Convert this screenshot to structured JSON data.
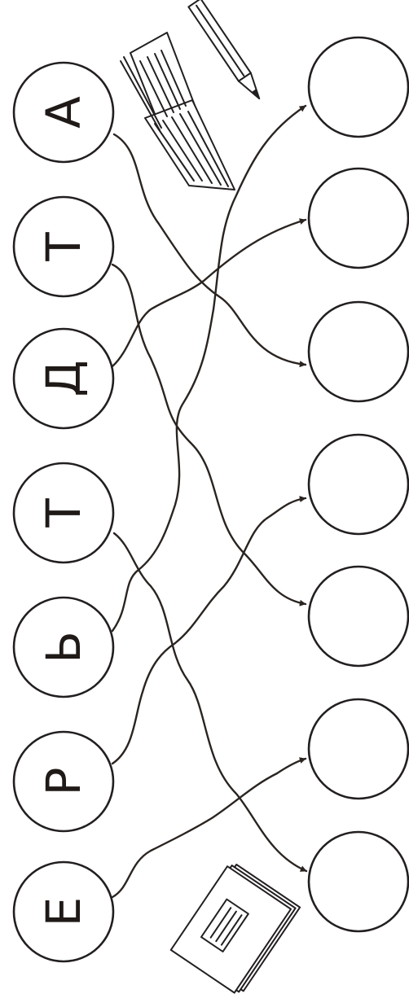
{
  "letters": [
    "А",
    "Т",
    "Д",
    "Т",
    "Ь",
    "Р",
    "Е"
  ],
  "answer_circles": [
    "",
    "",
    "",
    "",
    "",
    "",
    ""
  ],
  "icons": [
    "pencil-icon",
    "open-book-icon",
    "notebook-icon"
  ]
}
